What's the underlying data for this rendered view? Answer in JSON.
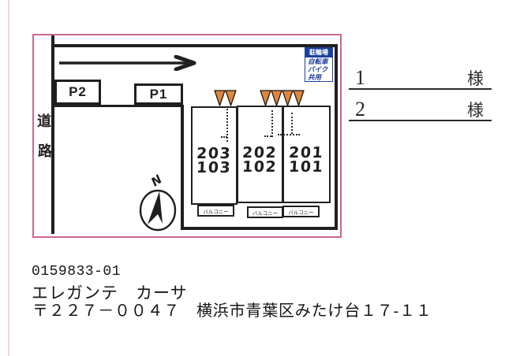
{
  "diagram": {
    "colors": {
      "frame_pink": "#cc6594",
      "sign_blue": "#1c3f9e",
      "triangle_orange": "#e0863c",
      "line_black": "#1f1f1f"
    },
    "road_label": {
      "char1": "道",
      "char2": "路"
    },
    "parking": {
      "p2_label": "P2",
      "p1_label": "P1"
    },
    "bike_sign": {
      "header": "駐輪場",
      "line1": "自転車",
      "line2": "バイク",
      "line3": "共用"
    },
    "units": [
      {
        "upper": "203",
        "lower": "103"
      },
      {
        "upper": "202",
        "lower": "102"
      },
      {
        "upper": "201",
        "lower": "101"
      }
    ],
    "balcony_label": "バルコニー",
    "compass_label": "N"
  },
  "tenant_list": {
    "rows": [
      {
        "number": "1",
        "honorific": "様"
      },
      {
        "number": "2",
        "honorific": "様"
      }
    ]
  },
  "footer": {
    "code": "0159833-01",
    "property_name": "エレガンテ　カーサ",
    "address": "〒２２７－００４７　横浜市青葉区みたけ台１７-１１"
  }
}
